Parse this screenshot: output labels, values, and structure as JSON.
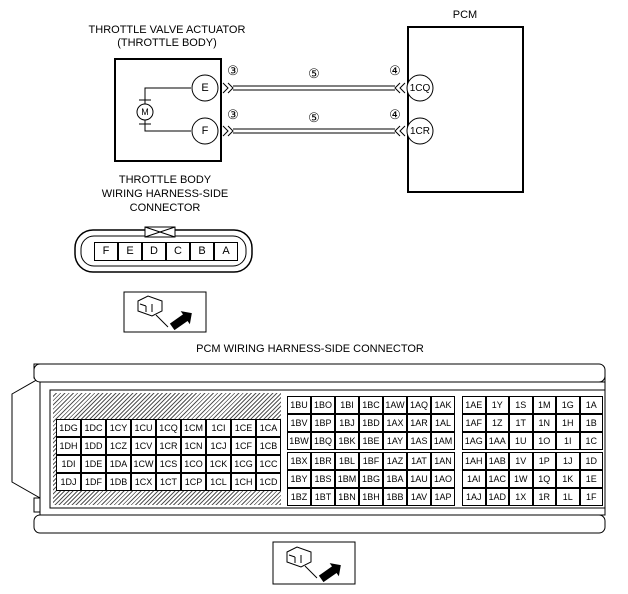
{
  "actuator": {
    "title_line1": "THROTTLE VALVE ACTUATOR",
    "title_line2": "(THROTTLE BODY)",
    "motor": "M",
    "term_e": "E",
    "term_f": "F"
  },
  "pcm": {
    "title": "PCM",
    "term_1cq": "1CQ",
    "term_1cr": "1CR"
  },
  "callouts": {
    "c3": "③",
    "c4": "④",
    "c5": "⑤"
  },
  "tb_connector": {
    "title_line1": "THROTTLE BODY",
    "title_line2": "WIRING HARNESS-SIDE",
    "title_line3": "CONNECTOR",
    "pins": [
      "F",
      "E",
      "D",
      "C",
      "B",
      "A"
    ]
  },
  "pcm_connector": {
    "title": "PCM WIRING HARNESS-SIDE CONNECTOR",
    "left_block": [
      [
        "1DG",
        "1DC",
        "1CY",
        "1CU",
        "1CQ",
        "1CM",
        "1CI",
        "1CE",
        "1CA"
      ],
      [
        "1DH",
        "1DD",
        "1CZ",
        "1CV",
        "1CR",
        "1CN",
        "1CJ",
        "1CF",
        "1CB"
      ],
      [
        "1DI",
        "1DE",
        "1DA",
        "1CW",
        "1CS",
        "1CO",
        "1CK",
        "1CG",
        "1CC"
      ],
      [
        "1DJ",
        "1DF",
        "1DB",
        "1CX",
        "1CT",
        "1CP",
        "1CL",
        "1CH",
        "1CD"
      ]
    ],
    "mid_top": [
      [
        "1BU",
        "1BO",
        "1BI",
        "1BC",
        "1AW",
        "1AQ",
        "1AK"
      ],
      [
        "1BV",
        "1BP",
        "1BJ",
        "1BD",
        "1AX",
        "1AR",
        "1AL"
      ],
      [
        "1BW",
        "1BQ",
        "1BK",
        "1BE",
        "1AY",
        "1AS",
        "1AM"
      ]
    ],
    "mid_bot": [
      [
        "1BX",
        "1BR",
        "1BL",
        "1BF",
        "1AZ",
        "1AT",
        "1AN"
      ],
      [
        "1BY",
        "1BS",
        "1BM",
        "1BG",
        "1BA",
        "1AU",
        "1AO"
      ],
      [
        "1BZ",
        "1BT",
        "1BN",
        "1BH",
        "1BB",
        "1AV",
        "1AP"
      ]
    ],
    "right_top": [
      [
        "1AE",
        "1Y",
        "1S",
        "1M",
        "1G",
        "1A"
      ],
      [
        "1AF",
        "1Z",
        "1T",
        "1N",
        "1H",
        "1B"
      ],
      [
        "1AG",
        "1AA",
        "1U",
        "1O",
        "1I",
        "1C"
      ]
    ],
    "right_bot": [
      [
        "1AH",
        "1AB",
        "1V",
        "1P",
        "1J",
        "1D"
      ],
      [
        "1AI",
        "1AC",
        "1W",
        "1Q",
        "1K",
        "1E"
      ],
      [
        "1AJ",
        "1AD",
        "1X",
        "1R",
        "1L",
        "1F"
      ]
    ]
  }
}
